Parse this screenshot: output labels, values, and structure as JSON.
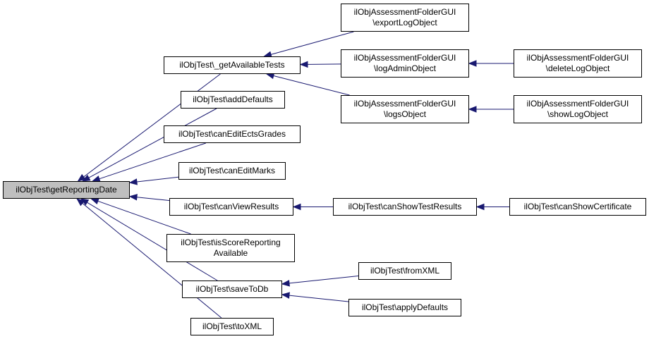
{
  "colors": {
    "edge": "#191970",
    "root_fill": "#bfbfbf",
    "node_fill": "#ffffff",
    "border": "#000000"
  },
  "nodes": {
    "getReportingDate": {
      "lines": [
        "ilObjTest\\getReportingDate"
      ]
    },
    "getAvailableTests": {
      "lines": [
        "ilObjTest\\_getAvailableTests"
      ]
    },
    "addDefaults": {
      "lines": [
        "ilObjTest\\addDefaults"
      ]
    },
    "canEditEctsGrades": {
      "lines": [
        "ilObjTest\\canEditEctsGrades"
      ]
    },
    "canEditMarks": {
      "lines": [
        "ilObjTest\\canEditMarks"
      ]
    },
    "canViewResults": {
      "lines": [
        "ilObjTest\\canViewResults"
      ]
    },
    "isScoreReportingAvailable": {
      "lines": [
        "ilObjTest\\isScoreReporting",
        "Available"
      ]
    },
    "saveToDb": {
      "lines": [
        "ilObjTest\\saveToDb"
      ]
    },
    "toXML": {
      "lines": [
        "ilObjTest\\toXML"
      ]
    },
    "exportLogObject": {
      "lines": [
        "ilObjAssessmentFolderGUI",
        "\\exportLogObject"
      ]
    },
    "logAdminObject": {
      "lines": [
        "ilObjAssessmentFolderGUI",
        "\\logAdminObject"
      ]
    },
    "logsObject": {
      "lines": [
        "ilObjAssessmentFolderGUI",
        "\\logsObject"
      ]
    },
    "deleteLogObject": {
      "lines": [
        "ilObjAssessmentFolderGUI",
        "\\deleteLogObject"
      ]
    },
    "showLogObject": {
      "lines": [
        "ilObjAssessmentFolderGUI",
        "\\showLogObject"
      ]
    },
    "canShowTestResults": {
      "lines": [
        "ilObjTest\\canShowTestResults"
      ]
    },
    "canShowCertificate": {
      "lines": [
        "ilObjTest\\canShowCertificate"
      ]
    },
    "fromXML": {
      "lines": [
        "ilObjTest\\fromXML"
      ]
    },
    "applyDefaults": {
      "lines": [
        "ilObjTest\\applyDefaults"
      ]
    }
  },
  "edges": [
    [
      "getAvailableTests",
      "getReportingDate"
    ],
    [
      "addDefaults",
      "getReportingDate"
    ],
    [
      "canEditEctsGrades",
      "getReportingDate"
    ],
    [
      "canEditMarks",
      "getReportingDate"
    ],
    [
      "canViewResults",
      "getReportingDate"
    ],
    [
      "isScoreReportingAvailable",
      "getReportingDate"
    ],
    [
      "saveToDb",
      "getReportingDate"
    ],
    [
      "toXML",
      "getReportingDate"
    ],
    [
      "exportLogObject",
      "getAvailableTests"
    ],
    [
      "logAdminObject",
      "getAvailableTests"
    ],
    [
      "logsObject",
      "getAvailableTests"
    ],
    [
      "deleteLogObject",
      "logAdminObject"
    ],
    [
      "showLogObject",
      "logsObject"
    ],
    [
      "canShowTestResults",
      "canViewResults"
    ],
    [
      "canShowCertificate",
      "canShowTestResults"
    ],
    [
      "fromXML",
      "saveToDb"
    ],
    [
      "applyDefaults",
      "saveToDb"
    ]
  ]
}
